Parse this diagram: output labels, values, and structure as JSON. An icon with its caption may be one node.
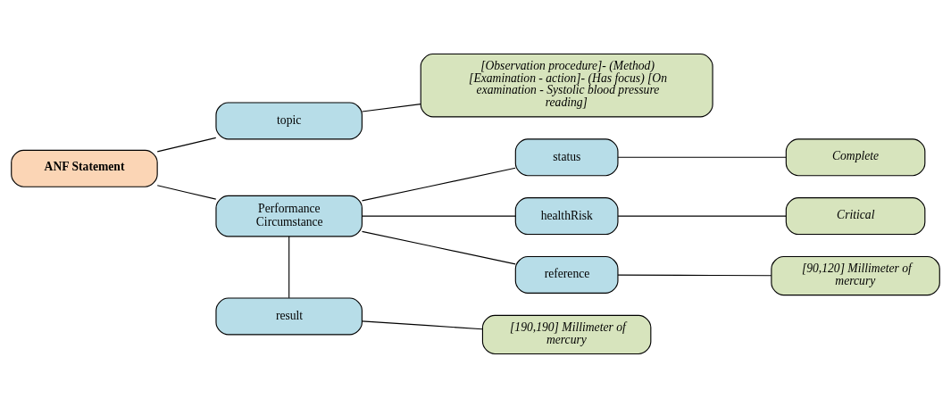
{
  "diagram": {
    "nodes": [
      {
        "text": [
          "ANF Statement"
        ]
      },
      {
        "text": [
          "topic"
        ]
      },
      {
        "text": [
          "[Observation procedure]- (Method) [Examination - action]- (Has focus) [On examination - Systolic blood pressure reading]"
        ]
      },
      {
        "text": [
          "Performance Circumstance"
        ]
      },
      {
        "text": [
          "status"
        ]
      },
      {
        "text": [
          "Complete"
        ]
      },
      {
        "text": [
          "healthRisk"
        ]
      },
      {
        "text": [
          "Critical"
        ]
      },
      {
        "text": [
          "reference"
        ]
      },
      {
        "text": [
          "[90,120] Millimeter of mercury"
        ]
      },
      {
        "text": [
          "result"
        ]
      },
      {
        "text": [
          "[190,190] Millimeter of mercury"
        ]
      }
    ],
    "edges": [
      {
        "from": 0,
        "to": 1,
        "arrow": "none"
      },
      {
        "from": 0,
        "to": 3,
        "arrow": "none"
      },
      {
        "from": 1,
        "to": 2,
        "arrow": "none"
      },
      {
        "from": 3,
        "to": 4,
        "arrow": "none"
      },
      {
        "from": 3,
        "to": 6,
        "arrow": "none"
      },
      {
        "from": 3,
        "to": 8,
        "arrow": "none"
      },
      {
        "from": 4,
        "to": 5,
        "arrow": "none"
      },
      {
        "from": 6,
        "to": 7,
        "arrow": "none"
      },
      {
        "from": 8,
        "to": 9,
        "arrow": "none"
      },
      {
        "from": 3,
        "to": 10,
        "arrow": "none"
      },
      {
        "from": 10,
        "to": 11,
        "arrow": "none"
      }
    ]
  }
}
